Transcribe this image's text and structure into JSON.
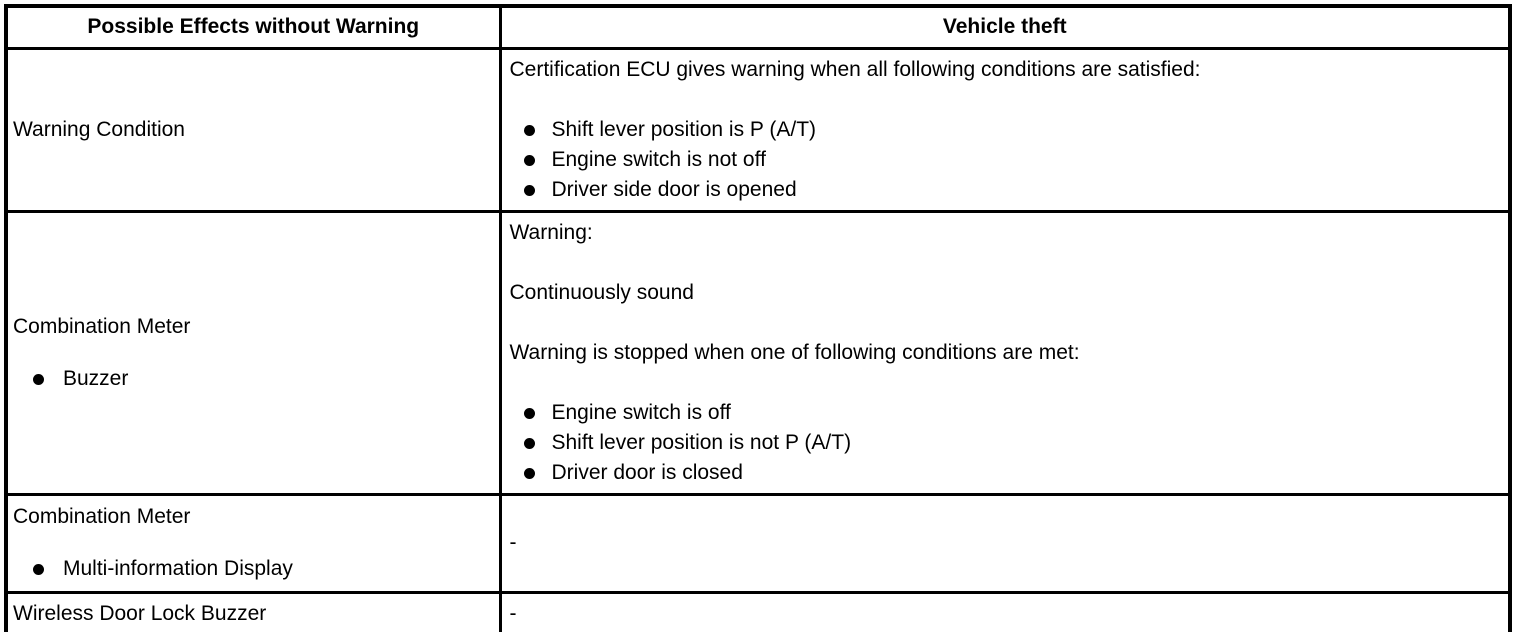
{
  "page": {
    "background": "#ffffff",
    "text_color": "#000000",
    "border_color": "#000000"
  },
  "table": {
    "columns": [
      {
        "label": "Possible Effects without Warning"
      },
      {
        "label": "Vehicle theft"
      }
    ],
    "rows": [
      {
        "label": {
          "title": "Warning Condition",
          "bullets": []
        },
        "value": {
          "blocks": [
            {
              "type": "paragraph",
              "text": "Certification ECU gives warning when all following conditions are satisfied:"
            },
            {
              "type": "bullets",
              "items": [
                "Shift lever position is P (A/T)",
                "Engine switch is not off",
                "Driver side door is opened"
              ]
            }
          ]
        }
      },
      {
        "label": {
          "title": "Combination Meter",
          "bullets": [
            "Buzzer"
          ]
        },
        "value": {
          "blocks": [
            {
              "type": "paragraph",
              "text": "Warning:"
            },
            {
              "type": "paragraph",
              "text": "Continuously sound"
            },
            {
              "type": "paragraph",
              "text": "Warning is stopped when one of following conditions are met:"
            },
            {
              "type": "bullets",
              "items": [
                "Engine switch is off",
                "Shift lever position is not P (A/T)",
                "Driver door is closed"
              ]
            }
          ]
        }
      },
      {
        "label": {
          "title": "Combination Meter",
          "bullets": [
            "Multi-information Display"
          ]
        },
        "value": {
          "blocks": [
            {
              "type": "paragraph",
              "text": "-"
            }
          ]
        }
      },
      {
        "label": {
          "title": "Wireless Door Lock Buzzer",
          "bullets": []
        },
        "value": {
          "blocks": [
            {
              "type": "paragraph",
              "text": "-"
            }
          ]
        }
      }
    ]
  }
}
